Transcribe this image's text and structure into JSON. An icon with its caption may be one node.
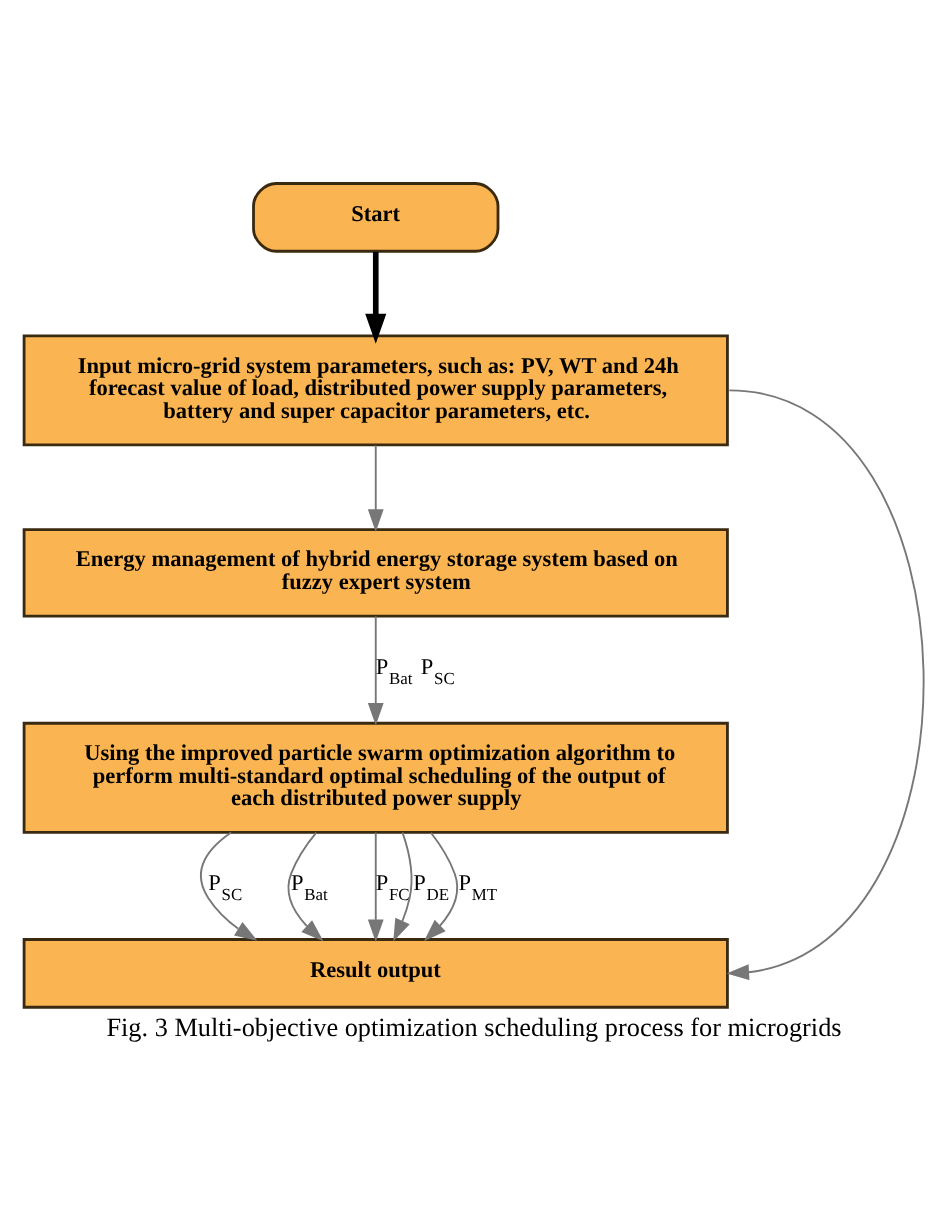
{
  "diagram": {
    "caption": "Fig. 3 Multi-objective optimization scheduling process for microgrids",
    "nodes": [
      {
        "text": [
          "Start"
        ]
      },
      {
        "text": [
          "Input micro-grid system parameters, such as: PV, WT and 24h forecast value of load, distributed power supply parameters, battery and super capacitor parameters, etc."
        ]
      },
      {
        "text": [
          "Energy management of hybrid energy storage system based on fuzzy expert system"
        ]
      },
      {
        "text": [
          "Using the improved particle swarm optimization algorithm to perform multi-standard optimal scheduling of the output of each distributed power supply"
        ]
      },
      {
        "text": [
          "Result output"
        ]
      }
    ],
    "edges": [
      {
        "from": 0,
        "to": 1,
        "arrow": "to",
        "style": "thick",
        "color": "#000000"
      },
      {
        "from": 1,
        "to": 2,
        "arrow": "to"
      },
      {
        "from": 2,
        "to": 3,
        "arrow": "to",
        "label": "P$_{Bat}$ P$_{SC}$"
      },
      {
        "from": 3,
        "to": 4,
        "arrow": "to",
        "label": "P$_{SC}$"
      },
      {
        "from": 3,
        "to": 4,
        "arrow": "to",
        "label": "P$_{Bat}$"
      },
      {
        "from": 3,
        "to": 4,
        "arrow": "to",
        "label": "P$_{FC}$"
      },
      {
        "from": 3,
        "to": 4,
        "arrow": "to",
        "label": "P$_{DE}$"
      },
      {
        "from": 3,
        "to": 4,
        "arrow": "to",
        "label": "P$_{MT}$"
      },
      {
        "from": 1,
        "to": 4,
        "arrow": "to"
      }
    ]
  }
}
